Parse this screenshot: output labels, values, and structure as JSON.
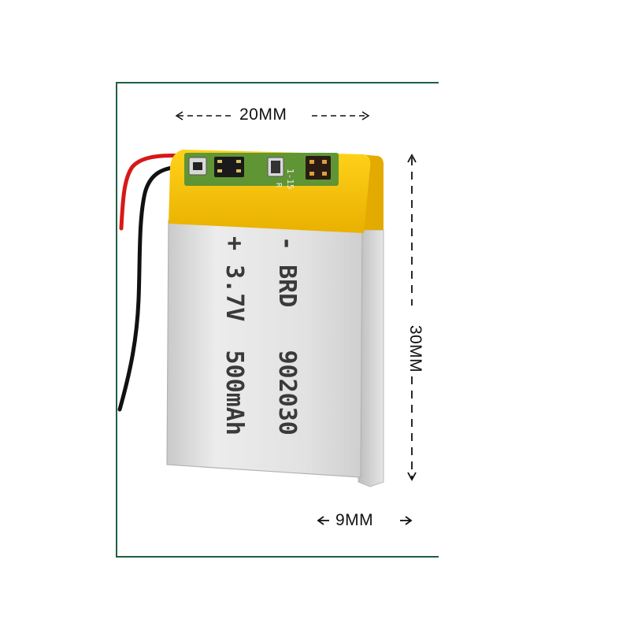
{
  "dimensions": {
    "width_label": "20MM",
    "height_label": "30MM",
    "depth_label": "9MM"
  },
  "battery": {
    "label_line_1": "- BRD   902030",
    "label_line_2": "+ 3.7V  500mAh",
    "pcb_marking": "1-15",
    "pcb_marking_2": "R",
    "wire_colors": [
      "#d81818",
      "#111111"
    ],
    "tape_color": "#f2c200",
    "body_color": "#dcdcdc"
  },
  "frame_color": "#1f5f43"
}
